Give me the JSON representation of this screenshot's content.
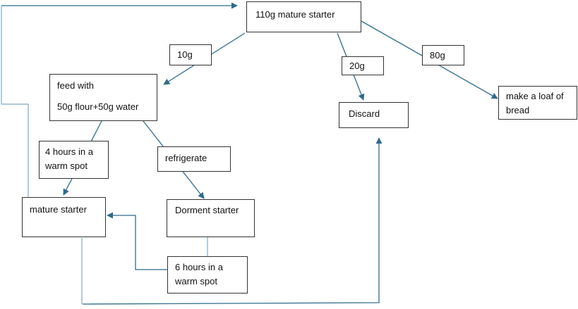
{
  "diagram": {
    "nodes": {
      "mature_starter_top": {
        "label": "110g  mature starter"
      },
      "feed": {
        "line1": "feed with",
        "line2": "50g flour+50g water"
      },
      "discard": {
        "label": "Discard"
      },
      "bread": {
        "line1": "make a loaf of",
        "line2": "bread"
      },
      "mature_starter": {
        "label": "mature starter"
      },
      "dorment_starter": {
        "label": "Dorment starter"
      },
      "refrigerate": {
        "label": "refrigerate"
      },
      "four_hours": {
        "line1": "4 hours in a",
        "line2": "warm spot"
      },
      "six_hours": {
        "line1": "6 hours in a",
        "line2": "warm spot"
      }
    },
    "edge_labels": {
      "feed_amount": "10g",
      "discard_amount": "20g",
      "bread_amount": "80g"
    },
    "colors": {
      "arrow": "#2e6b8c",
      "loop_line": "#7fa9c3",
      "box_border": "#333333"
    }
  }
}
